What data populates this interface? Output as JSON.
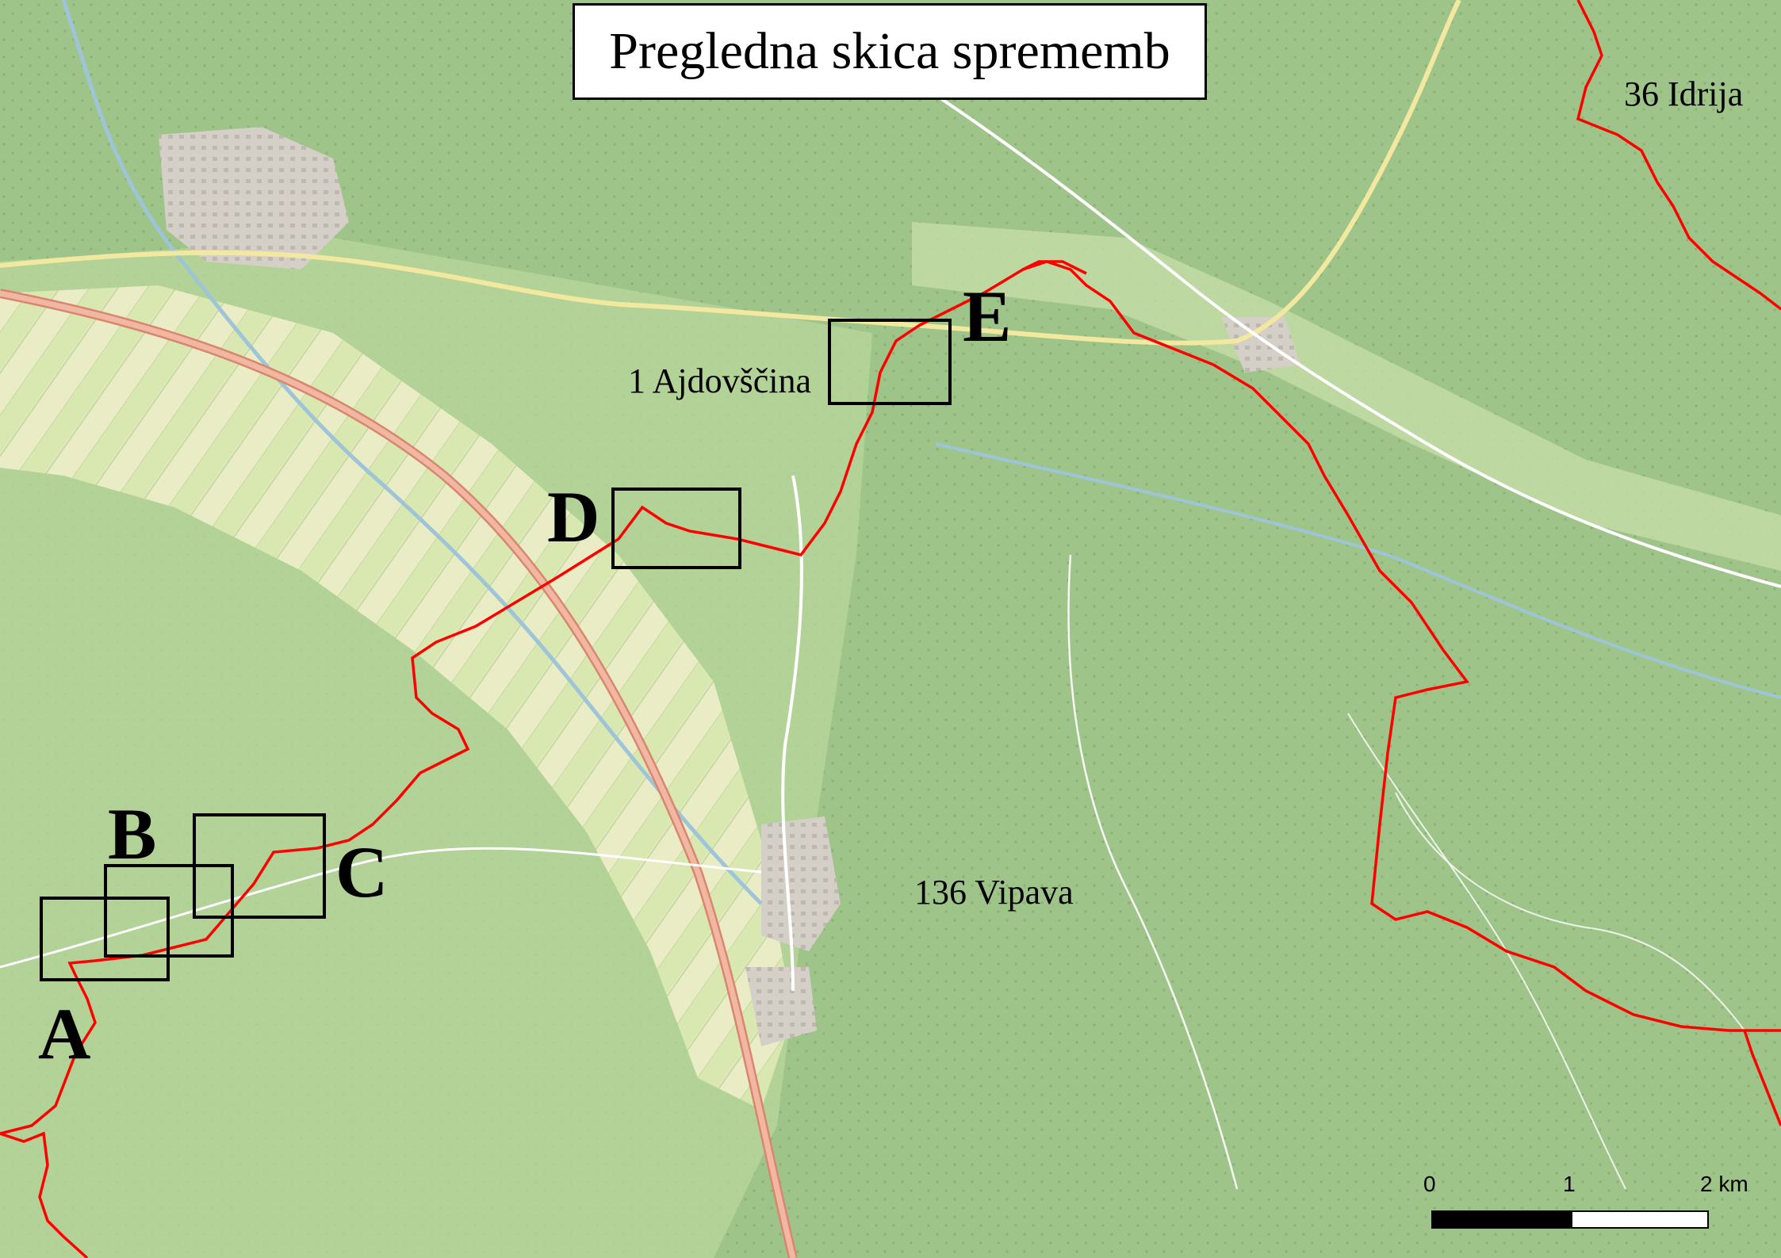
{
  "map": {
    "title": "Pregledna skica sprememb",
    "municipalities": [
      {
        "label": "1 Ajdovščina"
      },
      {
        "label": "136 Vipava"
      },
      {
        "label": "36 Idrija"
      }
    ],
    "change_areas": [
      {
        "letter": "A"
      },
      {
        "letter": "B"
      },
      {
        "letter": "C"
      },
      {
        "letter": "D"
      },
      {
        "letter": "E"
      }
    ],
    "scale_bar": {
      "ticks": [
        "0",
        "1",
        "2 km"
      ]
    },
    "colors": {
      "forest": "#9fc48a",
      "farmland": "#e6e8c0",
      "boundary": "#ff0000",
      "motorway": "#e8a08a",
      "river": "#9ec4d8",
      "frame": "#000000"
    }
  }
}
